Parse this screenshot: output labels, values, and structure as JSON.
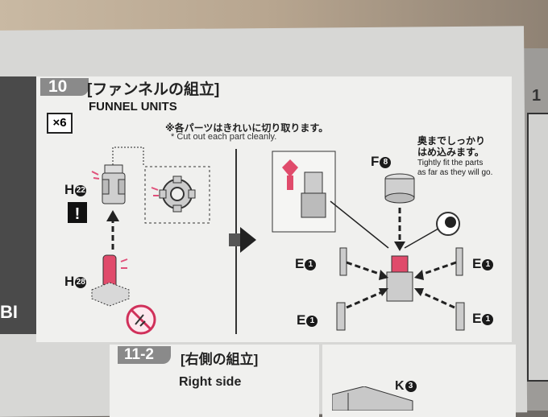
{
  "step10": {
    "number": "10",
    "title_jp": "[ファンネルの組立]",
    "quantity": "×6",
    "title_en": "FUNNEL UNITS",
    "note_jp": "※各パーツはきれいに切り取ります。",
    "note_en": "* Cut out each part cleanly.",
    "right_note_jp_1": "奥までしっかり",
    "right_note_jp_2": "はめ込みます。",
    "right_note_en_1": "Tightly fit the parts",
    "right_note_en_2": "as far as they will go.",
    "parts": {
      "h22_letter": "H",
      "h22_num": "22",
      "h28_letter": "H",
      "h28_num": "28",
      "f8_letter": "F",
      "f8_num": "8",
      "e1_letter": "E",
      "e1_num": "1"
    },
    "warning_symbol": "!",
    "side_text": "BI"
  },
  "step11": {
    "number": "11-2",
    "title_jp": "[右側の組立]",
    "title_en": "Right side",
    "part_letter": "K",
    "part_num": "3"
  },
  "next_page_number": "1"
}
